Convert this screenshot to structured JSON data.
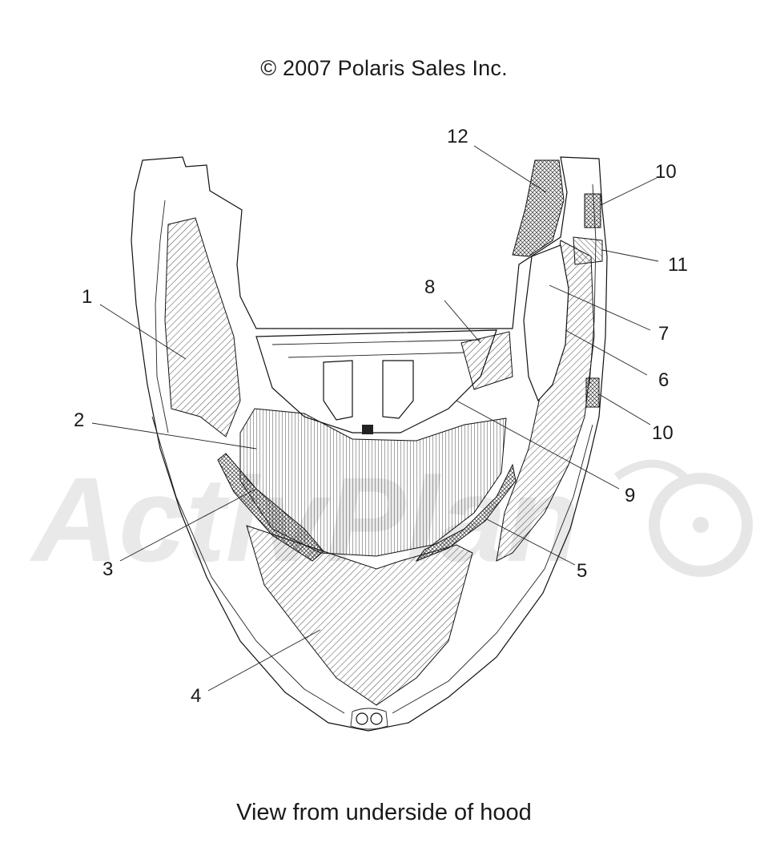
{
  "copyright": "© 2007 Polaris Sales Inc.",
  "caption": "View from underside of hood",
  "watermark": {
    "text": "ActivPlan",
    "color": "#e6e6e6"
  },
  "callouts": [
    {
      "id": "1",
      "label": "1"
    },
    {
      "id": "2",
      "label": "2"
    },
    {
      "id": "3",
      "label": "3"
    },
    {
      "id": "4",
      "label": "4"
    },
    {
      "id": "5",
      "label": "5"
    },
    {
      "id": "6",
      "label": "6"
    },
    {
      "id": "7",
      "label": "7"
    },
    {
      "id": "8",
      "label": "8"
    },
    {
      "id": "9",
      "label": "9"
    },
    {
      "id": "10a",
      "label": "10"
    },
    {
      "id": "10b",
      "label": "10"
    },
    {
      "id": "11",
      "label": "11"
    },
    {
      "id": "12",
      "label": "12"
    }
  ],
  "colors": {
    "ink": "#111111",
    "watermark": "#e6e6e6",
    "background": "#ffffff"
  }
}
